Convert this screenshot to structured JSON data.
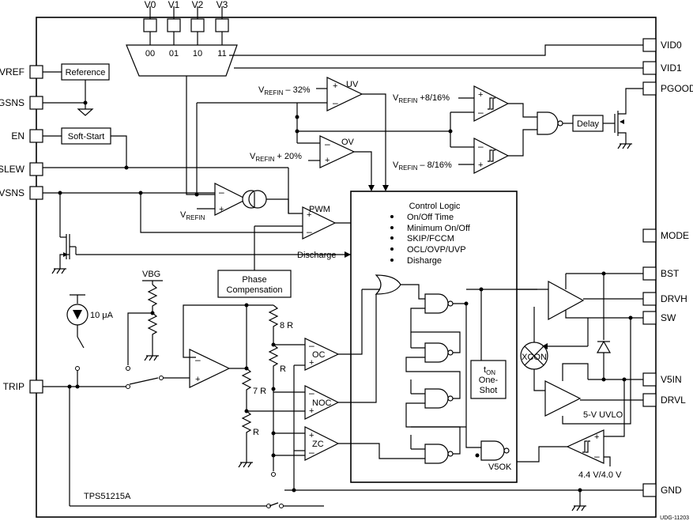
{
  "chip_label": "TPS51215A",
  "drawing_id": "UDG-11203",
  "vid_mux": {
    "inputs": [
      "V0",
      "V1",
      "V2",
      "V3"
    ],
    "codes": [
      "00",
      "01",
      "10",
      "11"
    ]
  },
  "pins_left": {
    "vref": "VREF",
    "gsns": "GSNS",
    "en": "EN",
    "slew": "SLEW",
    "vsns": "VSNS",
    "trip": "TRIP"
  },
  "pins_right": {
    "vid0": "VID0",
    "vid1": "VID1",
    "pgood": "PGOOD",
    "mode": "MODE",
    "bst": "BST",
    "drvh": "DRVH",
    "sw": "SW",
    "v5in": "V5IN",
    "drvl": "DRVL",
    "gnd": "GND"
  },
  "blocks": {
    "reference": "Reference",
    "soft_start": "Soft-Start",
    "delay": "Delay",
    "phase_comp_line1": "Phase",
    "phase_comp_line2": "Compensation",
    "control_logic_title": "Control Logic",
    "control_logic_items": [
      "On/Off Time",
      "Minimum On/Off",
      "SKIP/FCCM",
      "OCL/OVP/UVP",
      "Disharge"
    ],
    "ton_main": "t",
    "ton_sub": "ON",
    "oneshot_line1": "One-",
    "oneshot_line2": "Shot",
    "xcon": "XCON"
  },
  "comparators": {
    "uv": "UV",
    "ov": "OV",
    "pwm": "PWM",
    "oc": "OC",
    "noc": "NOC",
    "zc": "ZC"
  },
  "thresholds": {
    "uv_prefix": "V",
    "uv_sub": "REFIN",
    "uv_suffix": " – 32%",
    "ov_prefix": "V",
    "ov_sub": "REFIN",
    "ov_suffix": " + 20%",
    "pg_high_prefix": "V",
    "pg_high_sub": "REFIN",
    "pg_high_suffix": " +8/16%",
    "pg_low_prefix": "V",
    "pg_low_sub": "REFIN",
    "pg_low_suffix": " – 8/16%",
    "vrefin_main": "V",
    "vrefin_sub": "REFIN"
  },
  "labels": {
    "discharge": "Discharge",
    "vbg": "VBG",
    "current_source": "10 μA",
    "r8": "8 R",
    "r1": "R",
    "r7": "7 R",
    "r_bottom": "R",
    "v5ok": "V5OK",
    "uvlo": "5-V UVLO",
    "uvlo_thresholds": "4.4 V/4.0 V"
  }
}
